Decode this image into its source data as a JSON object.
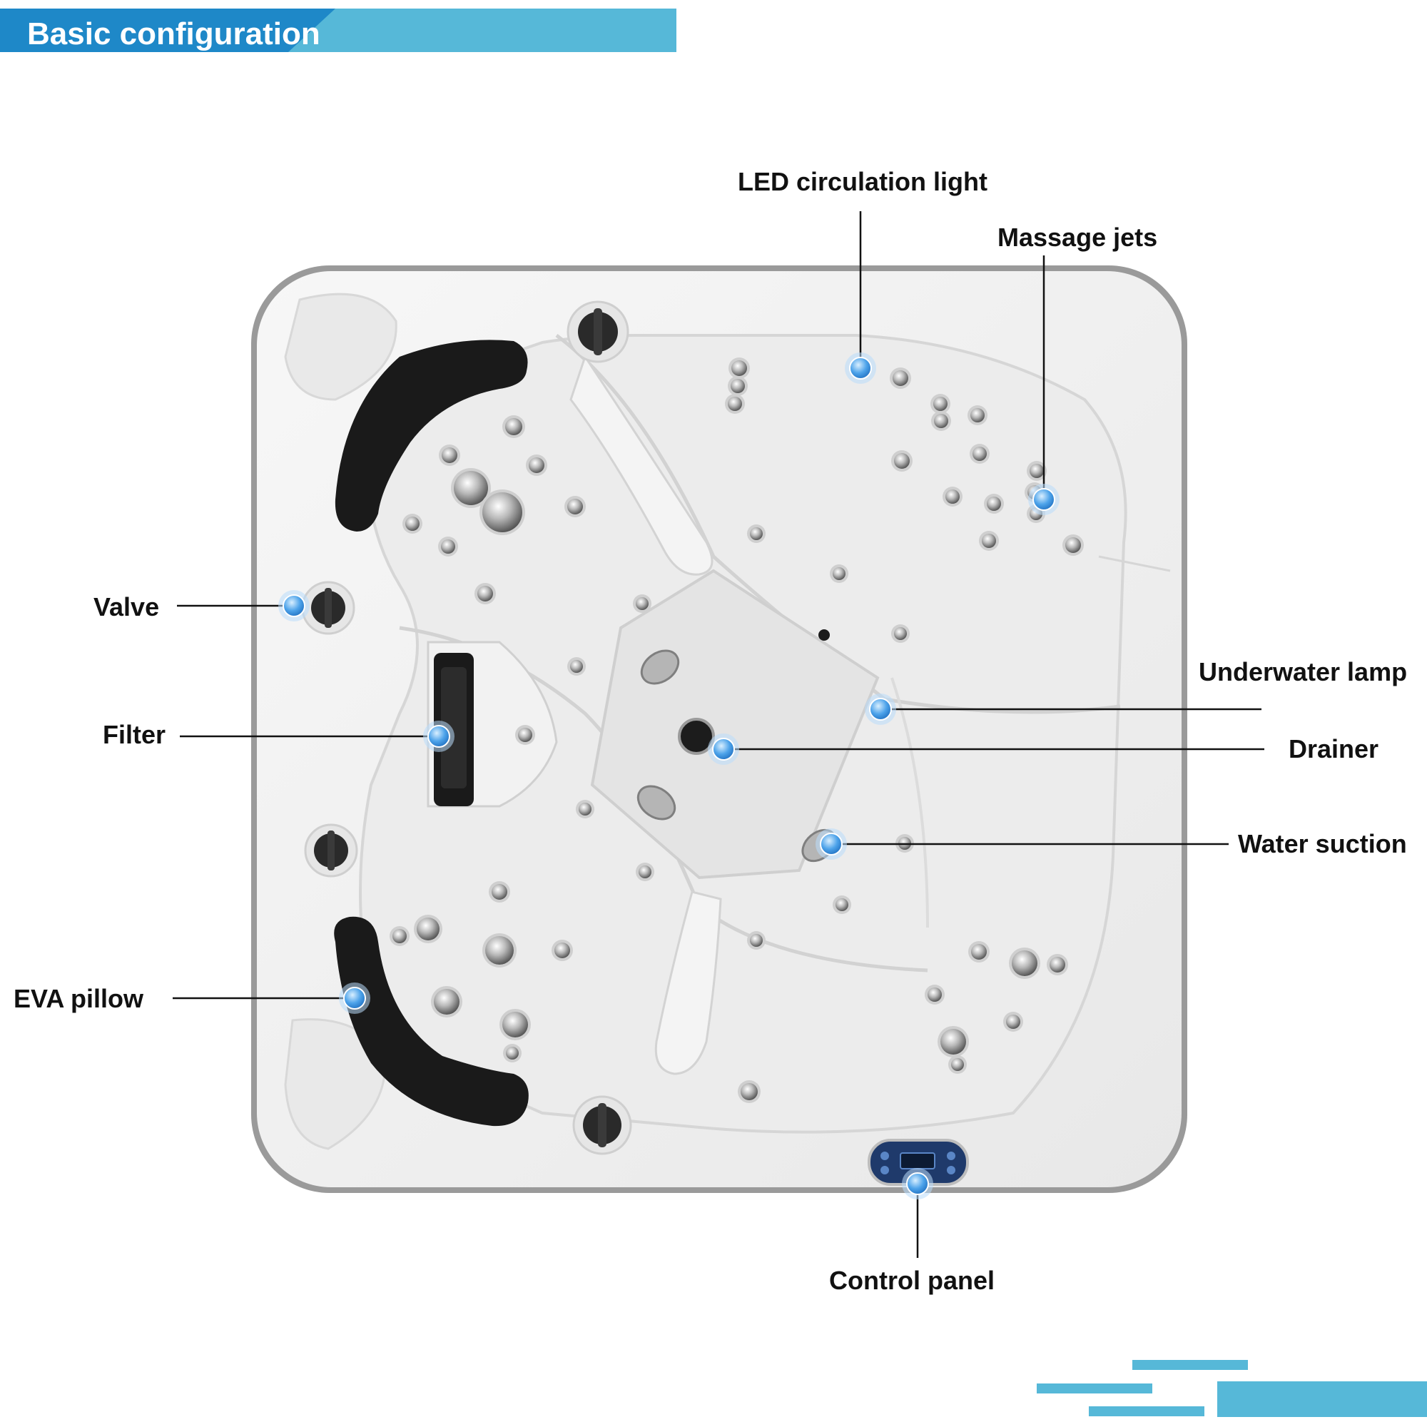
{
  "header": {
    "title": "Basic configuration",
    "accent_color": "#56B8D8",
    "accent_dark": "#1E88C8"
  },
  "callouts": [
    {
      "id": "led-circulation-light",
      "label": "LED circulation light"
    },
    {
      "id": "massage-jets",
      "label": "Massage jets"
    },
    {
      "id": "valve",
      "label": "Valve"
    },
    {
      "id": "underwater-lamp",
      "label": "Underwater lamp"
    },
    {
      "id": "drainer",
      "label": "Drainer"
    },
    {
      "id": "filter",
      "label": "Filter"
    },
    {
      "id": "water-suction",
      "label": "Water suction"
    },
    {
      "id": "eva-pillow",
      "label": "EVA pillow"
    },
    {
      "id": "control-panel",
      "label": "Control panel"
    }
  ],
  "colors": {
    "shell_rim": "#9A9A9A",
    "shell": "#F1F1F1",
    "pillow": "#1A1A1A",
    "marker": "#4DA3EA",
    "marker_glow": "#B9DDFB",
    "leader_line": "#111111"
  }
}
